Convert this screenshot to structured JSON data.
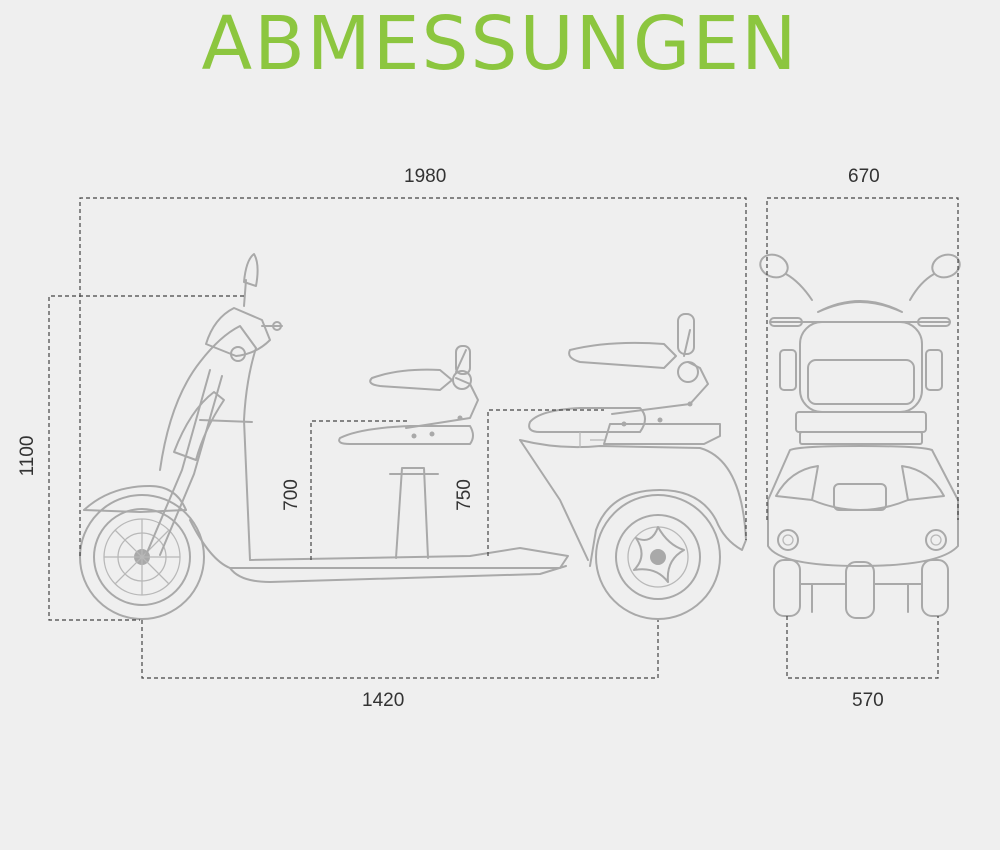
{
  "title": "ABMESSUNGEN",
  "dimensions": {
    "total_length": "1980",
    "total_width": "670",
    "total_height": "1100",
    "seat_height_front": "700",
    "seat_height_rear": "750",
    "wheelbase": "1420",
    "track_width": "570"
  },
  "colors": {
    "title": "#8cc63f",
    "background": "#efefef",
    "line": "#a9a9a9"
  }
}
